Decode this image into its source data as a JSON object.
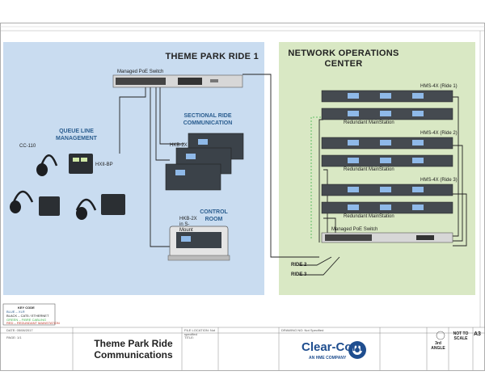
{
  "regions": {
    "left_title": "THEME PARK RIDE 1",
    "right_title": "NETWORK OPERATIONS CENTER"
  },
  "left": {
    "switch_label": "Managed PoE Switch",
    "sectional_label": "SECTIONAL RIDE COMMUNICATION",
    "hkb_label": "HKB-2X",
    "queue_label": "QUEUE LINE MANAGEMENT",
    "cc110_label": "CC-110",
    "hxii_label": "HXII-BP",
    "control_room_label": "CONTROL ROOM",
    "hkb_smount_label": "HKB-2X in S-Mount"
  },
  "right": {
    "units": [
      {
        "model": "HMS-4X (Ride 1)",
        "redundant": "Redundant MainStation"
      },
      {
        "model": "HMS-4X (Ride 2)",
        "redundant": "Redundant MainStation"
      },
      {
        "model": "HMS-4X (Ride 3)",
        "redundant": "Redundant MainStation"
      }
    ],
    "switch_label": "Managed PoE Switch",
    "ride2": "RIDE 2",
    "ride3": "RIDE 3"
  },
  "key": {
    "title": "KEY CODE",
    "lines": [
      "BLUE – XLR",
      "BLACK – CAT5 / ETHERNET",
      "GREEN – FIBRE CABLING",
      "RED – REDUNDANT MAINSTATION"
    ]
  },
  "title_block": {
    "title_line1": "Theme Park Ride",
    "title_line2": "Communications",
    "company": "Clear-Com",
    "tagline": "AN HME COMPANY",
    "scale": "NOT TO SCALE",
    "angle": "3rd ANGLE",
    "sheet": "A3",
    "file_location": "FILE LOCATION: Not specified",
    "drawing_no": "DRAWING NO: Not Specified",
    "date_label": "DATE: 05/08/2017",
    "page": "PAGE: 1/1",
    "title_tag": "TITLE:"
  },
  "colors": {
    "left_bg": "#c9dcf0",
    "right_bg": "#d9e8c4",
    "black_line": "#222222",
    "green_line": "#3cb24a",
    "blue_line": "#2a5d8f"
  }
}
